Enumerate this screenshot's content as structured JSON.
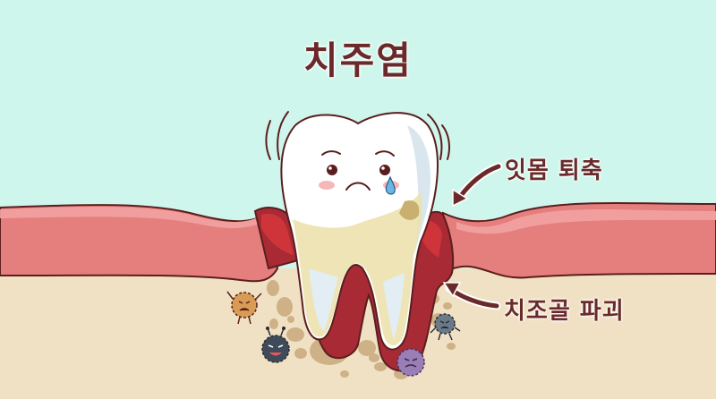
{
  "title": "치주염",
  "labels": {
    "gum_recession": "잇몸 퇴축",
    "bone_destruction": "치조골 파괴"
  },
  "icons": [
    "tooth-icon",
    "tear-icon",
    "bacteria-icon",
    "arrow-icon"
  ],
  "colors": {
    "background_sky": "#cff6ec",
    "gum": "#e57f7d",
    "gum_highlight": "#f2a3a2",
    "inflamed_gum": "#b8323a",
    "bone": "#f1e1c4",
    "bone_spots": "#c9a97c",
    "tooth": "#ffffff",
    "plaque": "#e9dca6",
    "outline": "#5a1e1e",
    "text": "#6a2a2a"
  }
}
